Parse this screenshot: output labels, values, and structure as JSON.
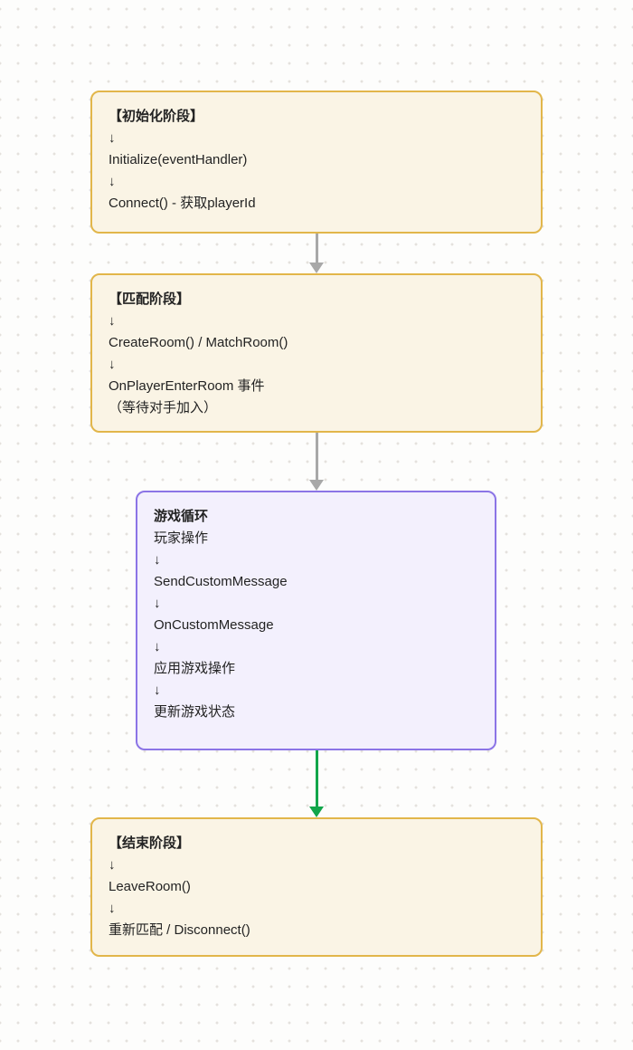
{
  "colors": {
    "canvas-bg": "#fdfdfc",
    "dot": "#e4e1dd",
    "phase-bg": "#faf4e5",
    "phase-border": "#e2b64a",
    "loop-bg": "#f3f0fd",
    "loop-border": "#8b74e6",
    "arrow-gray": "#a8a8a8",
    "arrow-green": "#12a64a",
    "text": "#232323"
  },
  "diagram": {
    "nodes": [
      {
        "id": "init",
        "style": "phase",
        "title": "【初始化阶段】",
        "lines": [
          "↓",
          "Initialize(eventHandler)",
          "↓",
          "Connect() - 获取playerId"
        ]
      },
      {
        "id": "match",
        "style": "phase",
        "title": "【匹配阶段】",
        "lines": [
          "↓",
          "CreateRoom() / MatchRoom()",
          "↓",
          "OnPlayerEnterRoom 事件",
          "（等待对手加入）"
        ]
      },
      {
        "id": "loop",
        "style": "loop",
        "title": "游戏循环",
        "lines": [
          "玩家操作",
          "↓",
          "SendCustomMessage",
          "↓",
          "OnCustomMessage",
          "↓",
          "应用游戏操作",
          "↓",
          "更新游戏状态"
        ]
      },
      {
        "id": "end",
        "style": "phase",
        "title": "【结束阶段】",
        "lines": [
          "↓",
          "LeaveRoom()",
          "↓",
          "重新匹配 / Disconnect()"
        ]
      }
    ],
    "arrows": [
      {
        "from": "init",
        "to": "match",
        "color": "gray"
      },
      {
        "from": "match",
        "to": "loop",
        "color": "gray"
      },
      {
        "from": "loop",
        "to": "end",
        "color": "green"
      }
    ]
  }
}
